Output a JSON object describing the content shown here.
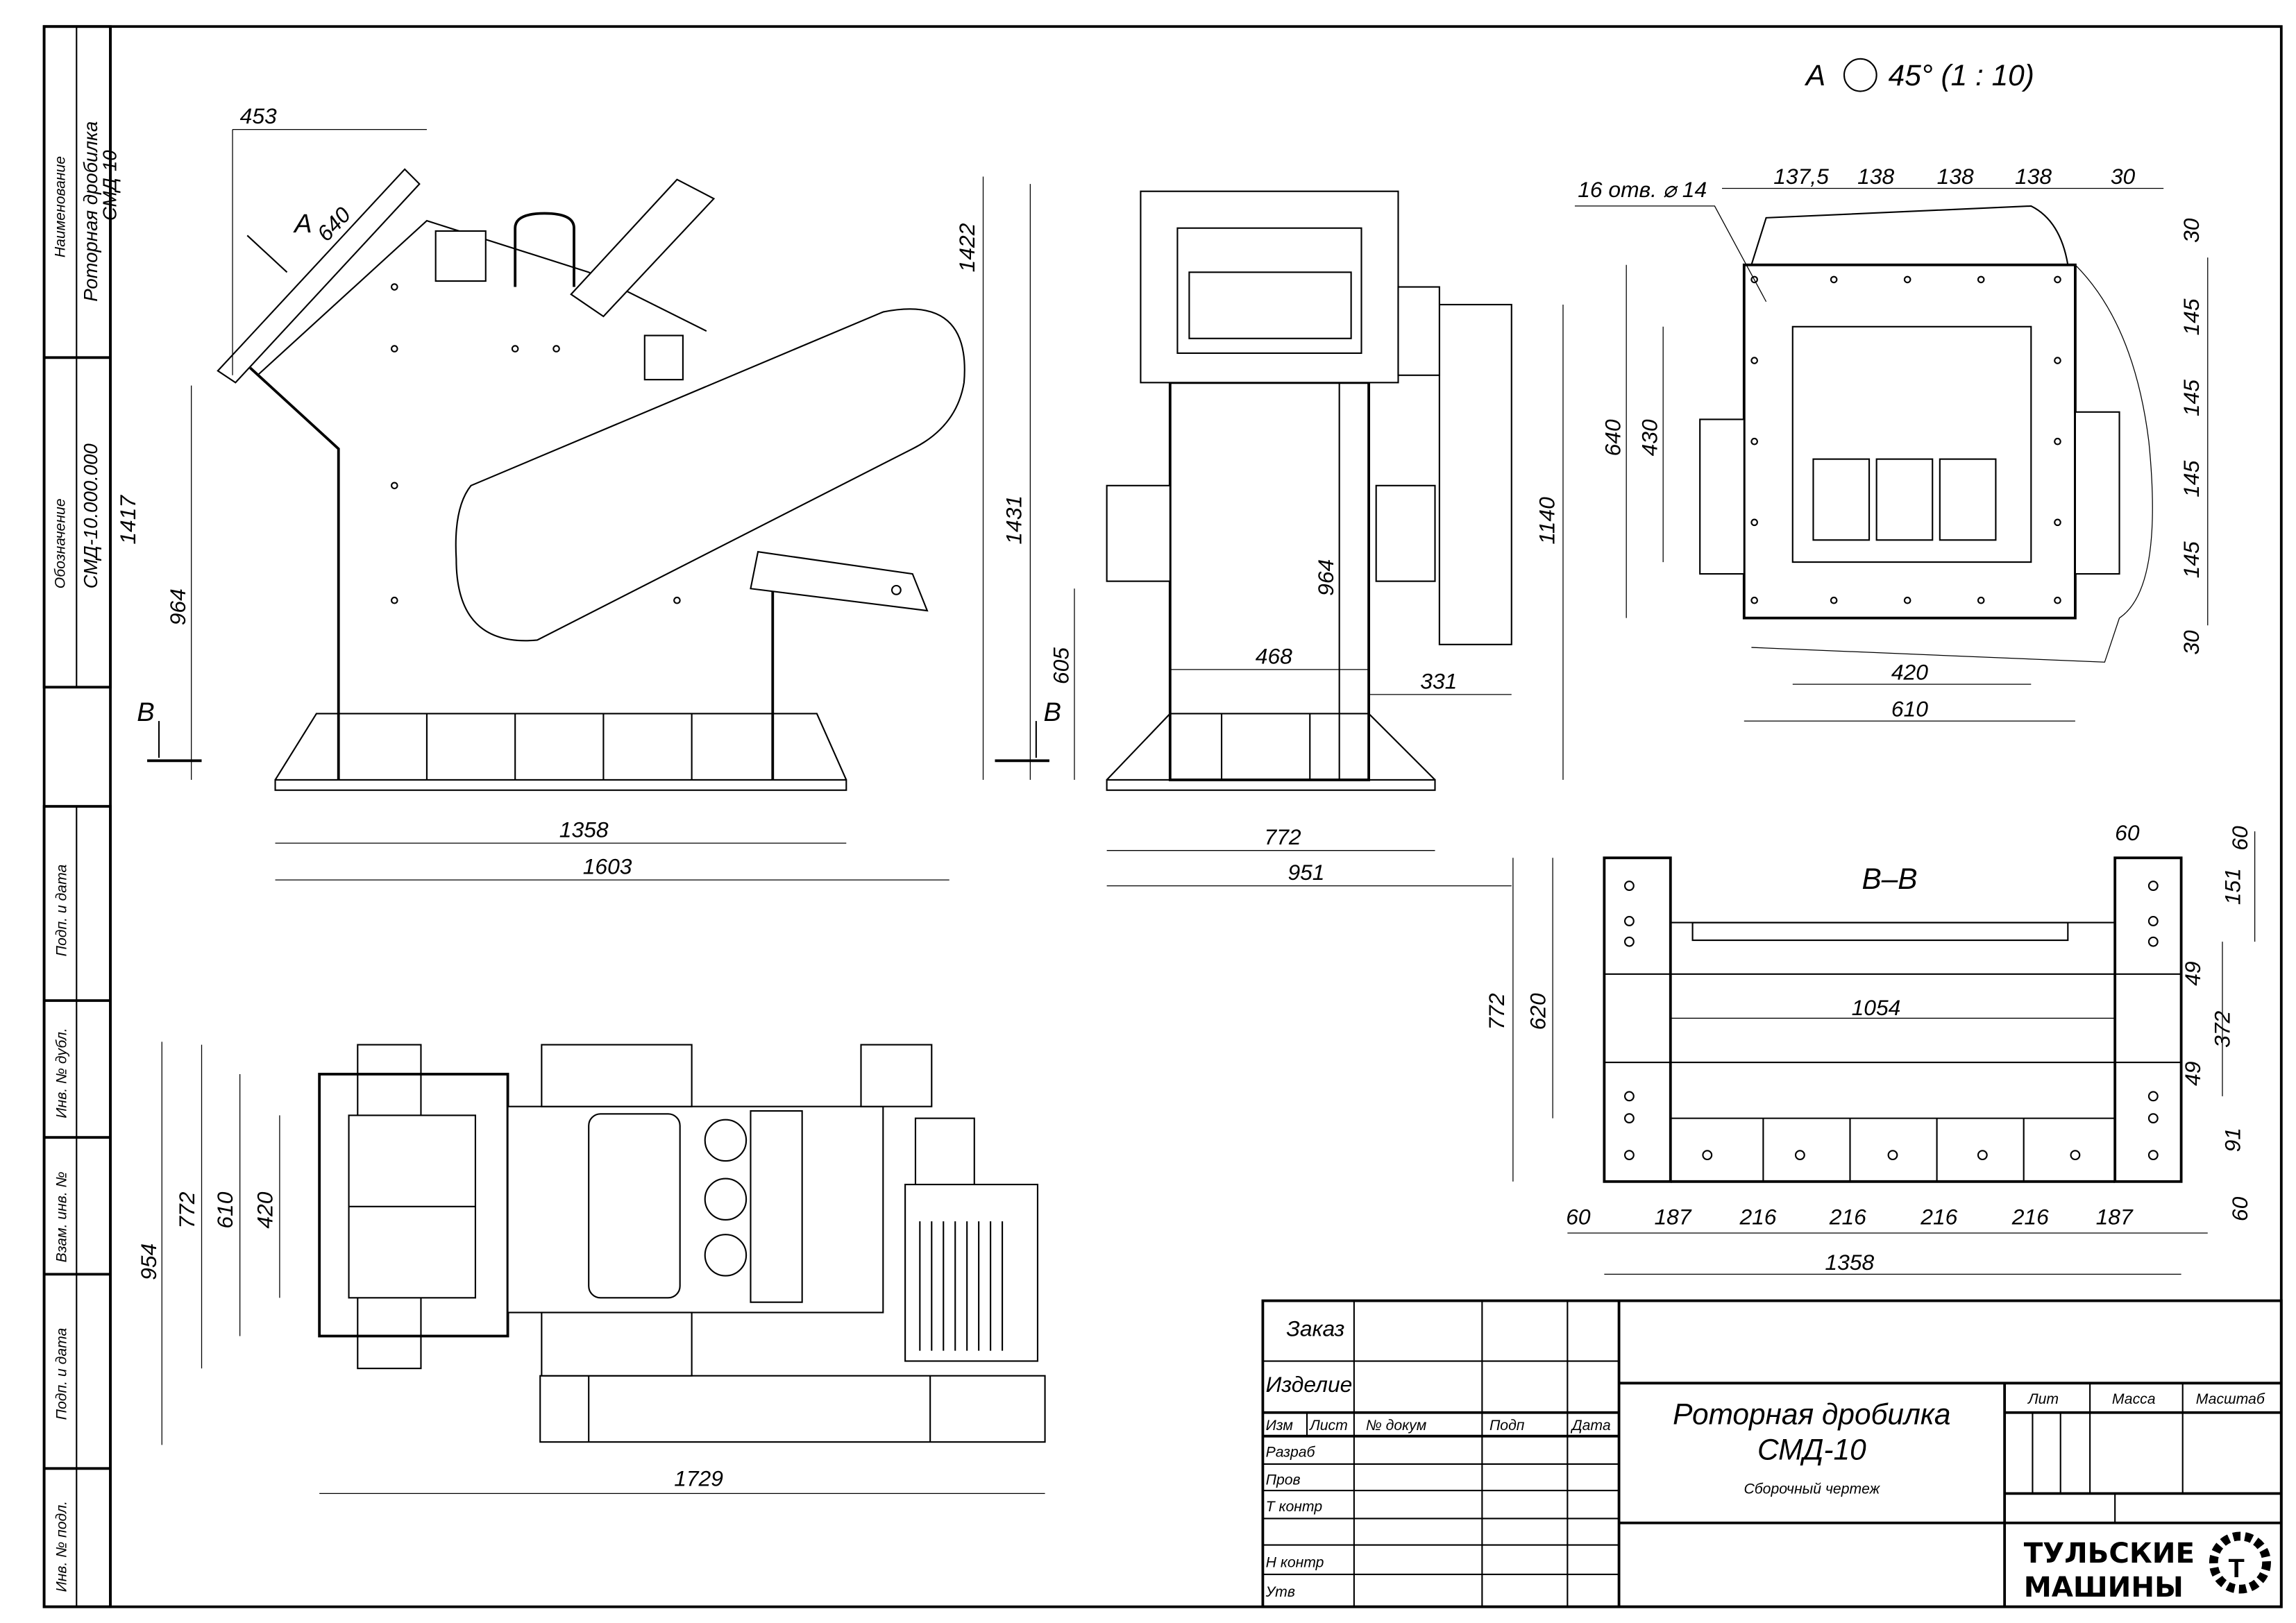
{
  "side_stamps": {
    "naimenovanie_label": "Наименование",
    "naimenovanie_value_1": "Роторная дробилка",
    "naimenovanie_value_2": "СМД-10",
    "oboznachenie_label": "Обозначение",
    "oboznachenie_value": "СМД-10.000.000",
    "lower": [
      "Подп. и дата",
      "Инв. № дубл.",
      "Взам. инв. №",
      "Подп. и дата",
      "Инв. № подл."
    ]
  },
  "title_block": {
    "order_label": "Заказ",
    "product_label": "Изделие",
    "columns": [
      "Изм",
      "Лист",
      "№ докум",
      "Подп",
      "Дата"
    ],
    "rows": [
      "Разраб",
      "Пров",
      "Т контр",
      "Н контр",
      "Утв"
    ],
    "title_line1": "Роторная дробилка",
    "title_line2": "СМД-10",
    "doc_type": "Сборочный чертеж",
    "lit_label": "Лит",
    "mass_label": "Масса",
    "scale_label": "Масштаб",
    "company_line1": "ТУЛЬСКИЕ",
    "company_line2": "МАШИНЫ"
  },
  "front_view": {
    "dims": [
      "453",
      "640",
      "1422",
      "1417",
      "964",
      "1358",
      "1603"
    ],
    "view_a_marker": "A",
    "section_marker": "B"
  },
  "side_view": {
    "dims": [
      "1431",
      "1140",
      "964",
      "605",
      "468",
      "331",
      "772",
      "951"
    ],
    "section_marker": "B"
  },
  "view_a": {
    "title": "A",
    "title_rest": "45° (1 : 10)",
    "holes_note": "16 отв. ⌀ 14",
    "top_dims": [
      "137,5",
      "138",
      "138",
      "138",
      "30"
    ],
    "right_dims": [
      "30",
      "145",
      "145",
      "145",
      "145",
      "30"
    ],
    "left_dims": [
      "640",
      "430"
    ],
    "bottom_dims": [
      "420",
      "610"
    ]
  },
  "section_bb": {
    "title": "B–B",
    "inner_width": "1054",
    "left_dims": [
      "772",
      "620"
    ],
    "right_dims": [
      "60",
      "60",
      "151",
      "49",
      "372",
      "49",
      "91",
      "60"
    ],
    "bottom_dims": [
      "60",
      "187",
      "216",
      "216",
      "216",
      "216",
      "187",
      "1358"
    ]
  },
  "plan_view": {
    "dims": [
      "954",
      "772",
      "610",
      "420",
      "1729"
    ]
  }
}
